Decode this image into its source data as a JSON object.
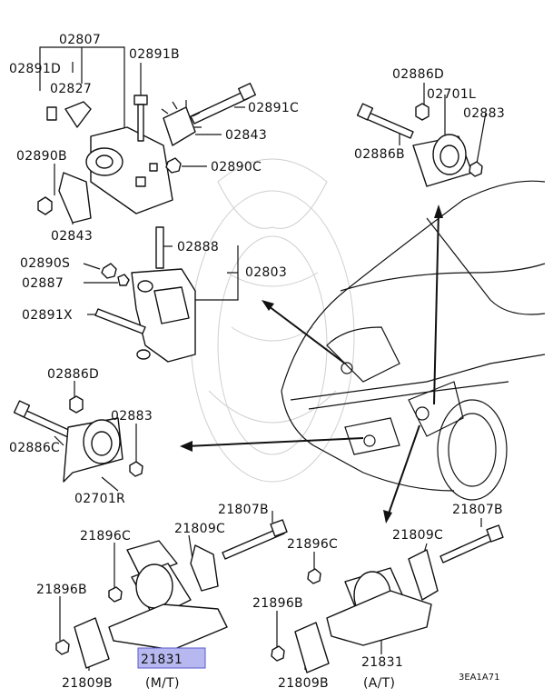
{
  "labels": {
    "l02807": "02807",
    "l02891D": "02891D",
    "l02827": "02827",
    "l02891B": "02891B",
    "l02891C": "02891C",
    "l02843_top": "02843",
    "l02890C": "02890C",
    "l02890B": "02890B",
    "l02843_left": "02843",
    "l02888": "02888",
    "l02890S": "02890S",
    "l02803": "02803",
    "l02887": "02887",
    "l02891X": "02891X",
    "l02886D_top": "02886D",
    "l02701L": "02701L",
    "l02883_top": "02883",
    "l02886B": "02886B",
    "l02886D_mid": "02886D",
    "l02883_mid": "02883",
    "l02886C": "02886C",
    "l02701R": "02701R",
    "l21807B_left": "21807B",
    "l21807B_right": "21807B",
    "l21896C_left": "21896C",
    "l21809C_left": "21809C",
    "l21896C_right": "21896C",
    "l21809C_right": "21809C",
    "l21896B_left": "21896B",
    "l21896B_right": "21896B",
    "l21831_mt": "21831",
    "l21831_at": "21831",
    "l21809B_left": "21809B",
    "l21809B_right": "21809B",
    "mt": "(M/T)",
    "at": "(A/T)"
  },
  "diagram_code": "3EA1A71",
  "colors": {
    "highlight_fill": "#b8b8f0",
    "highlight_stroke": "#5a5acc",
    "line": "#111111",
    "watermark": "#cfcfcf"
  }
}
